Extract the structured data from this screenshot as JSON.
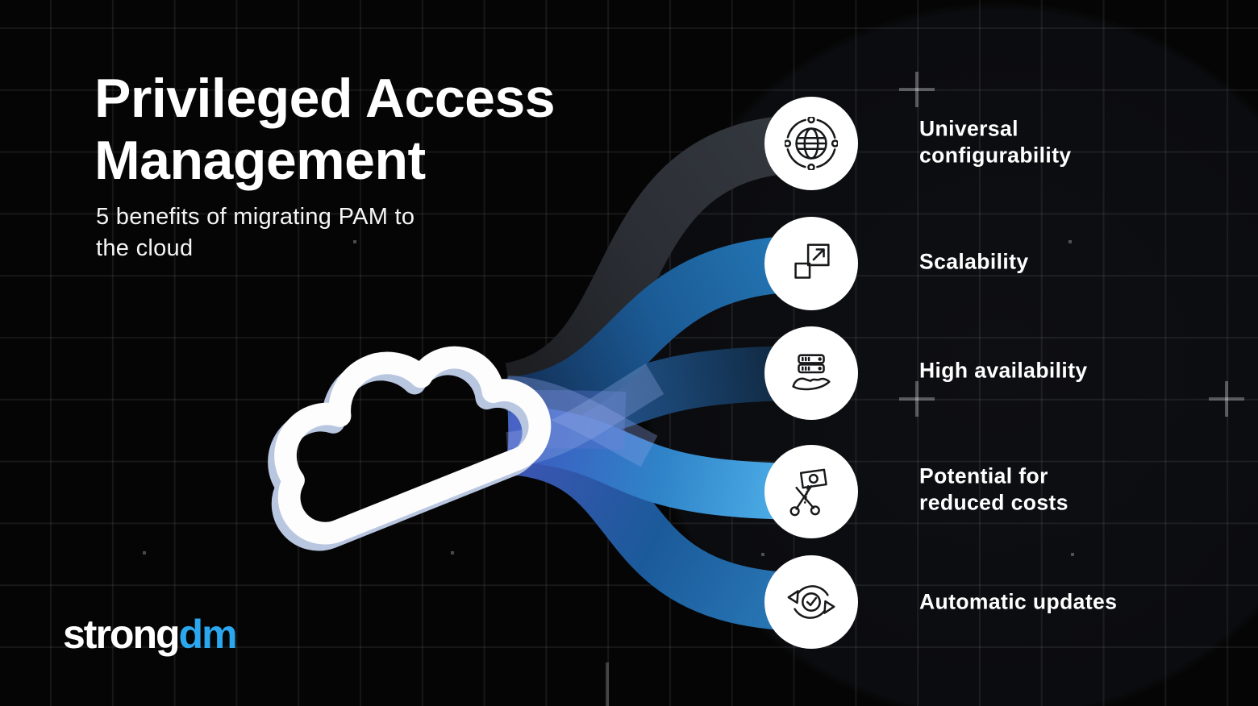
{
  "header": {
    "title": "Privileged Access\nManagement",
    "subtitle": "5 benefits of migrating PAM to\nthe cloud"
  },
  "benefits": [
    {
      "label": "Universal\nconfigurability",
      "icon": "globe-network-icon"
    },
    {
      "label": "Scalability",
      "icon": "expand-squares-icon"
    },
    {
      "label": "High availability",
      "icon": "server-on-hand-icon"
    },
    {
      "label": "Potential for\nreduced costs",
      "icon": "scissors-money-icon"
    },
    {
      "label": "Automatic updates",
      "icon": "sync-check-icon"
    }
  ],
  "logo": {
    "strong": "strong",
    "dm": "dm"
  },
  "colors": {
    "background": "#050505",
    "grid_line": "rgba(255,255,255,0.07)",
    "logo_dm_blue": "#2ba7ef",
    "circle_fill": "#ffffff",
    "icon_stroke": "#17181a",
    "ribbon_universal": [
      "#212327",
      "#343941"
    ],
    "ribbon_scalability": [
      "#122c52",
      "#2479b8"
    ],
    "ribbon_availability": [
      "#2d5ea8",
      "#0e2236"
    ],
    "ribbon_costs": [
      "#3e57c0",
      "#52b5ec"
    ],
    "ribbon_updates": [
      "#3f55b5",
      "#2a7ab8"
    ],
    "cloud_light": "#fdfdfe",
    "cloud_shade": "#c8d3e8"
  }
}
